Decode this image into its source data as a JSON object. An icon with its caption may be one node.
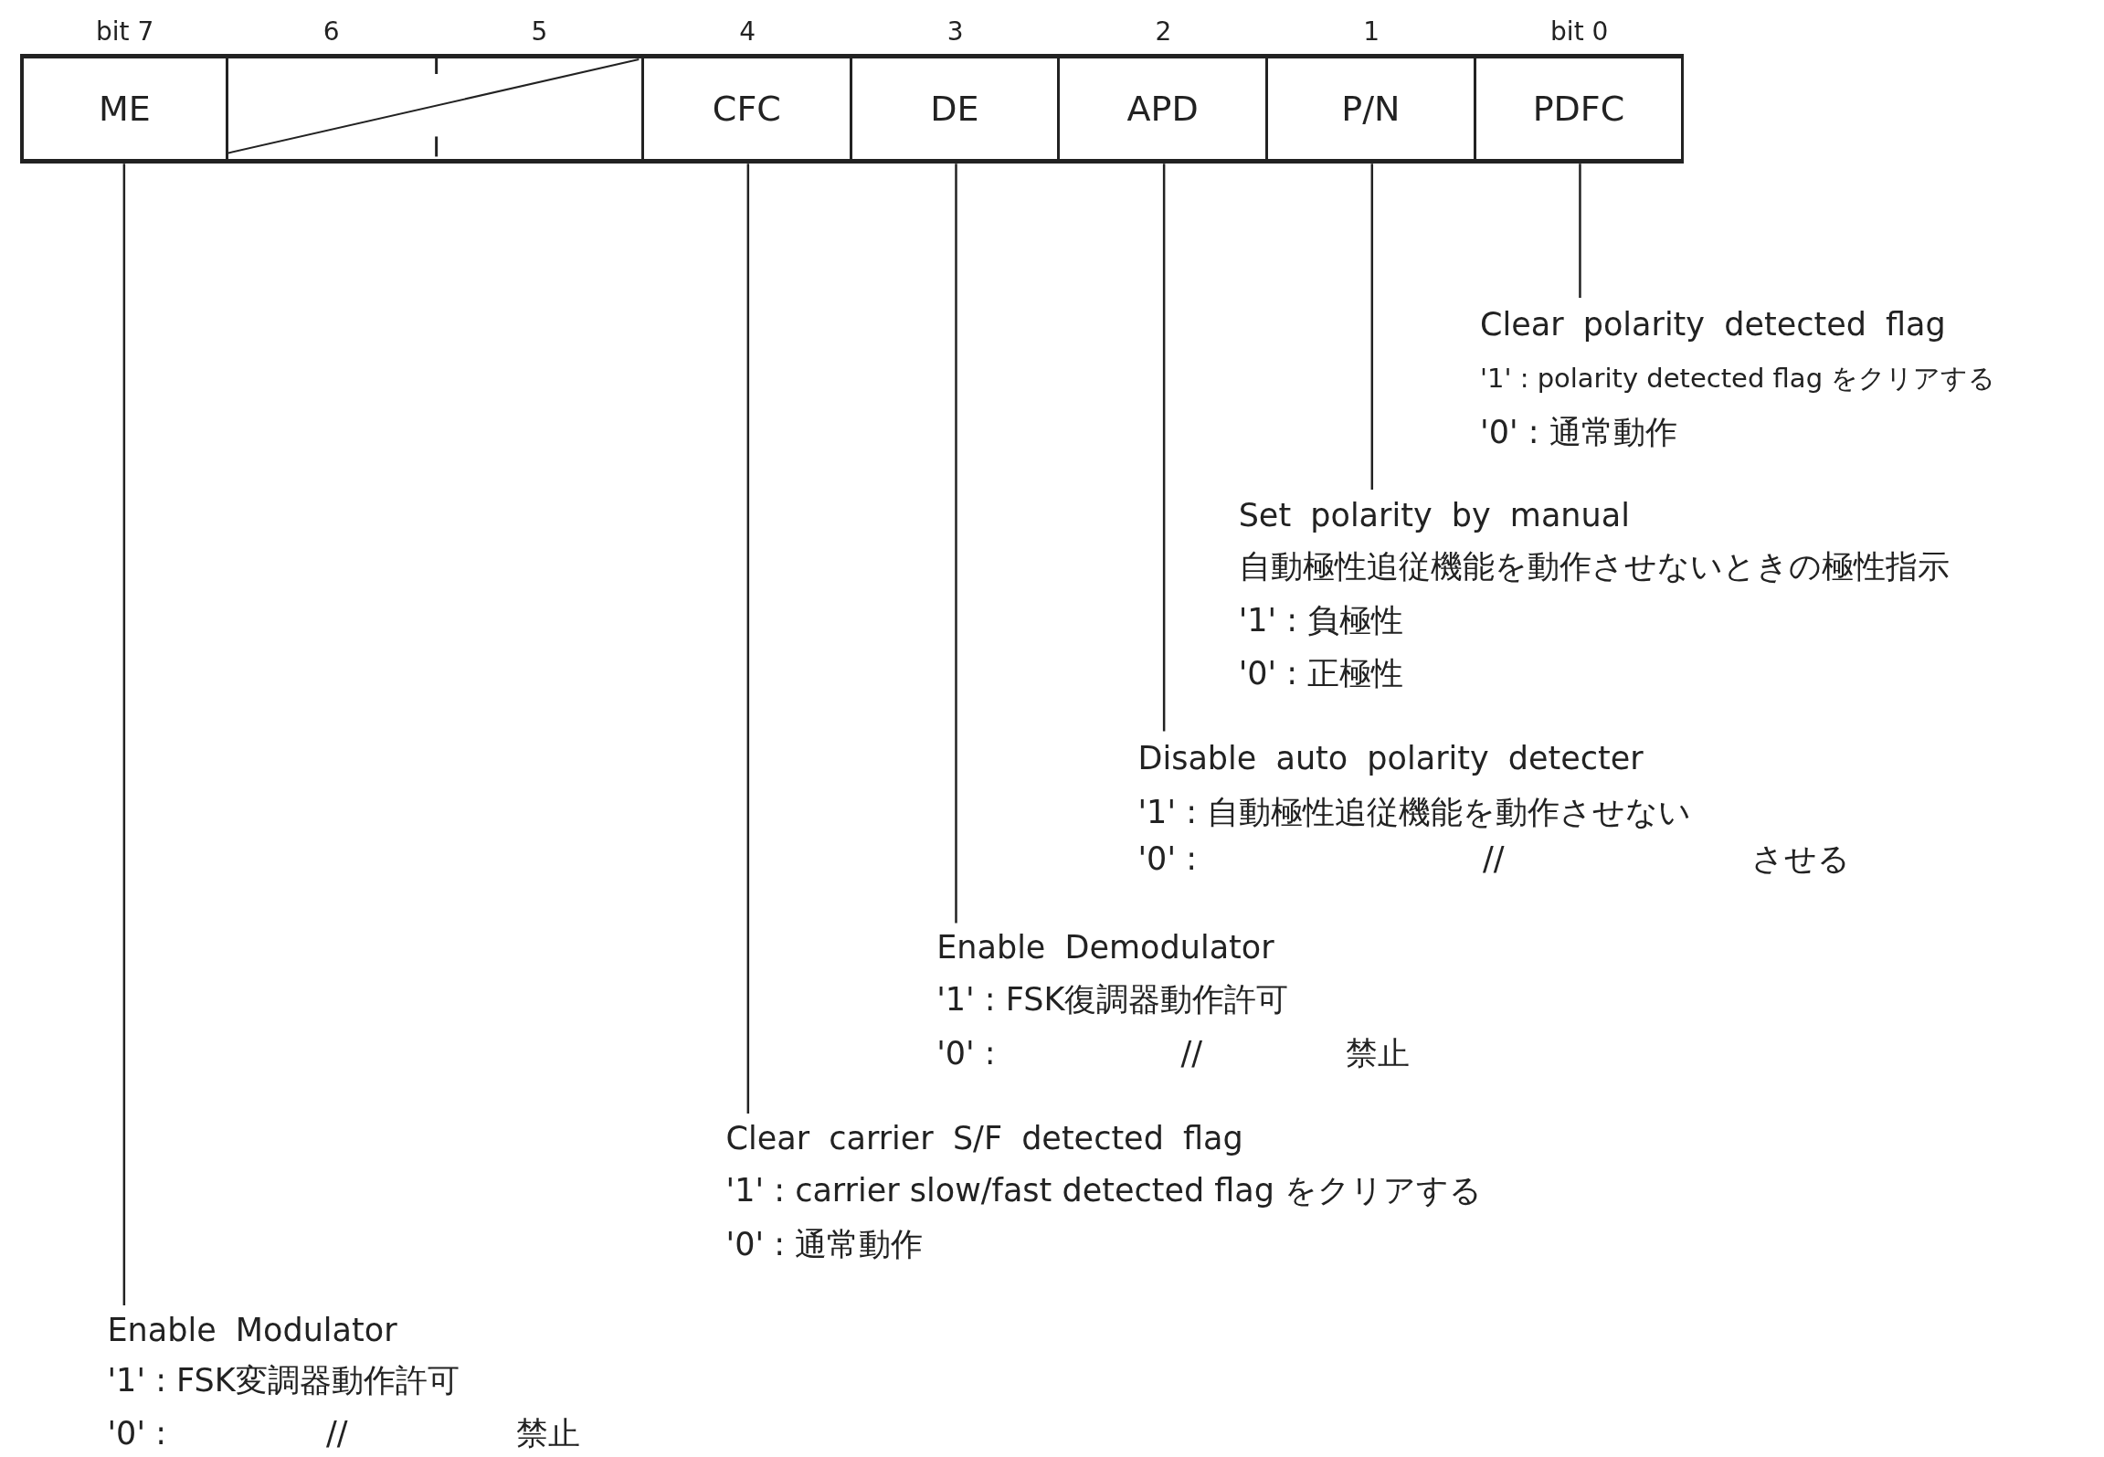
{
  "diagram": {
    "nodes": [
      {
        "text": [
          "ME"
        ]
      },
      {
        "text": [],
        "shape": "box"
      },
      {
        "text": [
          "CFC"
        ]
      },
      {
        "text": [
          "DE"
        ]
      },
      {
        "text": [
          "APD"
        ]
      },
      {
        "text": [
          "P/N"
        ]
      },
      {
        "text": [
          "PDFC"
        ]
      },
      {
        "text": [
          "Clear polarity detected flag",
          "'1' : polarity detected flag をクリアする",
          "'0' : 通常動作"
        ]
      },
      {
        "text": [
          "Set polarity by manual",
          "自動極性追従機能を動作させないときの極性指示",
          "'1' : 負極性",
          "'0' : 正極性"
        ]
      },
      {
        "text": [
          "Disable auto polarity detecter",
          "'1' : 自動極性追従機能を動作させない",
          "'0' :",
          "//",
          "させる"
        ]
      },
      {
        "text": [
          "Enable Demodulator",
          "'1' : FSK復調器動作許可",
          "'0' :",
          "//",
          "禁止"
        ]
      },
      {
        "text": [
          "Clear carrier S/F detected flag",
          "'1' : carrier slow/fast detected flag をクリアする",
          "'0' : 通常動作"
        ]
      },
      {
        "text": [
          "Enable Modulator",
          "'1' : FSK変調器動作許可",
          "'0' :",
          "//",
          "禁止"
        ]
      }
    ],
    "edges": [
      {
        "from": 0,
        "to": 12,
        "arrow": "none"
      },
      {
        "from": 2,
        "to": 11,
        "arrow": "none"
      },
      {
        "from": 3,
        "to": 10,
        "arrow": "none"
      },
      {
        "from": 4,
        "to": 9,
        "arrow": "none"
      },
      {
        "from": 5,
        "to": 8,
        "arrow": "none"
      },
      {
        "from": 6,
        "to": 7,
        "arrow": "none"
      }
    ],
    "labels": [
      "bit 7",
      "6",
      "5",
      "4",
      "3",
      "2",
      "1",
      "bit 0"
    ]
  }
}
